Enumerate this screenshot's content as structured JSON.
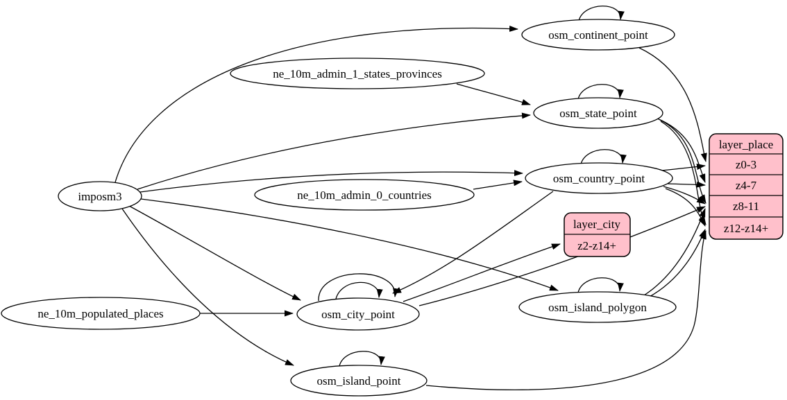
{
  "diagram": {
    "background_color": "#ffffff",
    "node_fill_color": "#ffffff",
    "node_stroke_color": "#000000",
    "record_fill_color": "#ffc0cb",
    "text_color": "#000000"
  },
  "nodes": {
    "imposm3": {
      "label": "imposm3"
    },
    "ne_10m_admin_1_states_provinces": {
      "label": "ne_10m_admin_1_states_provinces"
    },
    "ne_10m_admin_0_countries": {
      "label": "ne_10m_admin_0_countries"
    },
    "ne_10m_populated_places": {
      "label": "ne_10m_populated_places"
    },
    "osm_continent_point": {
      "label": "osm_continent_point"
    },
    "osm_state_point": {
      "label": "osm_state_point"
    },
    "osm_country_point": {
      "label": "osm_country_point"
    },
    "osm_city_point": {
      "label": "osm_city_point"
    },
    "osm_island_polygon": {
      "label": "osm_island_polygon"
    },
    "osm_island_point": {
      "label": "osm_island_point"
    }
  },
  "records": {
    "layer_place": {
      "title": "layer_place",
      "rows": [
        "z0-3",
        "z4-7",
        "z8-11",
        "z12-z14+"
      ]
    },
    "layer_city": {
      "title": "layer_city",
      "rows": [
        "z2-z14+"
      ]
    }
  },
  "edges": [
    {
      "from": "imposm3",
      "to": "osm_continent_point"
    },
    {
      "from": "imposm3",
      "to": "osm_state_point"
    },
    {
      "from": "imposm3",
      "to": "osm_country_point"
    },
    {
      "from": "imposm3",
      "to": "osm_city_point"
    },
    {
      "from": "imposm3",
      "to": "osm_island_polygon"
    },
    {
      "from": "imposm3",
      "to": "osm_island_point"
    },
    {
      "from": "ne_10m_admin_1_states_provinces",
      "to": "osm_state_point"
    },
    {
      "from": "ne_10m_admin_0_countries",
      "to": "osm_country_point"
    },
    {
      "from": "ne_10m_populated_places",
      "to": "osm_city_point"
    },
    {
      "from": "osm_continent_point",
      "to": "osm_continent_point"
    },
    {
      "from": "osm_state_point",
      "to": "osm_state_point"
    },
    {
      "from": "osm_country_point",
      "to": "osm_country_point"
    },
    {
      "from": "osm_city_point",
      "to": "osm_city_point"
    },
    {
      "from": "osm_city_point",
      "to": "osm_city_point"
    },
    {
      "from": "osm_island_polygon",
      "to": "osm_island_polygon"
    },
    {
      "from": "osm_island_point",
      "to": "osm_island_point"
    },
    {
      "from": "osm_country_point",
      "to": "osm_city_point"
    },
    {
      "from": "osm_continent_point",
      "to": "layer_place.z0-3"
    },
    {
      "from": "osm_country_point",
      "to": "layer_place.z0-3"
    },
    {
      "from": "osm_state_point",
      "to": "layer_place.z4-7"
    },
    {
      "from": "osm_country_point",
      "to": "layer_place.z4-7"
    },
    {
      "from": "osm_state_point",
      "to": "layer_place.z8-11"
    },
    {
      "from": "osm_country_point",
      "to": "layer_place.z8-11"
    },
    {
      "from": "osm_city_point",
      "to": "layer_place.z8-11"
    },
    {
      "from": "osm_island_polygon",
      "to": "layer_place.z8-11"
    },
    {
      "from": "osm_state_point",
      "to": "layer_place.z12-z14+"
    },
    {
      "from": "osm_country_point",
      "to": "layer_place.z12-z14+"
    },
    {
      "from": "osm_island_polygon",
      "to": "layer_place.z12-z14+"
    },
    {
      "from": "osm_island_point",
      "to": "layer_place.z12-z14+"
    },
    {
      "from": "osm_city_point",
      "to": "layer_city.z2-z14+"
    }
  ]
}
